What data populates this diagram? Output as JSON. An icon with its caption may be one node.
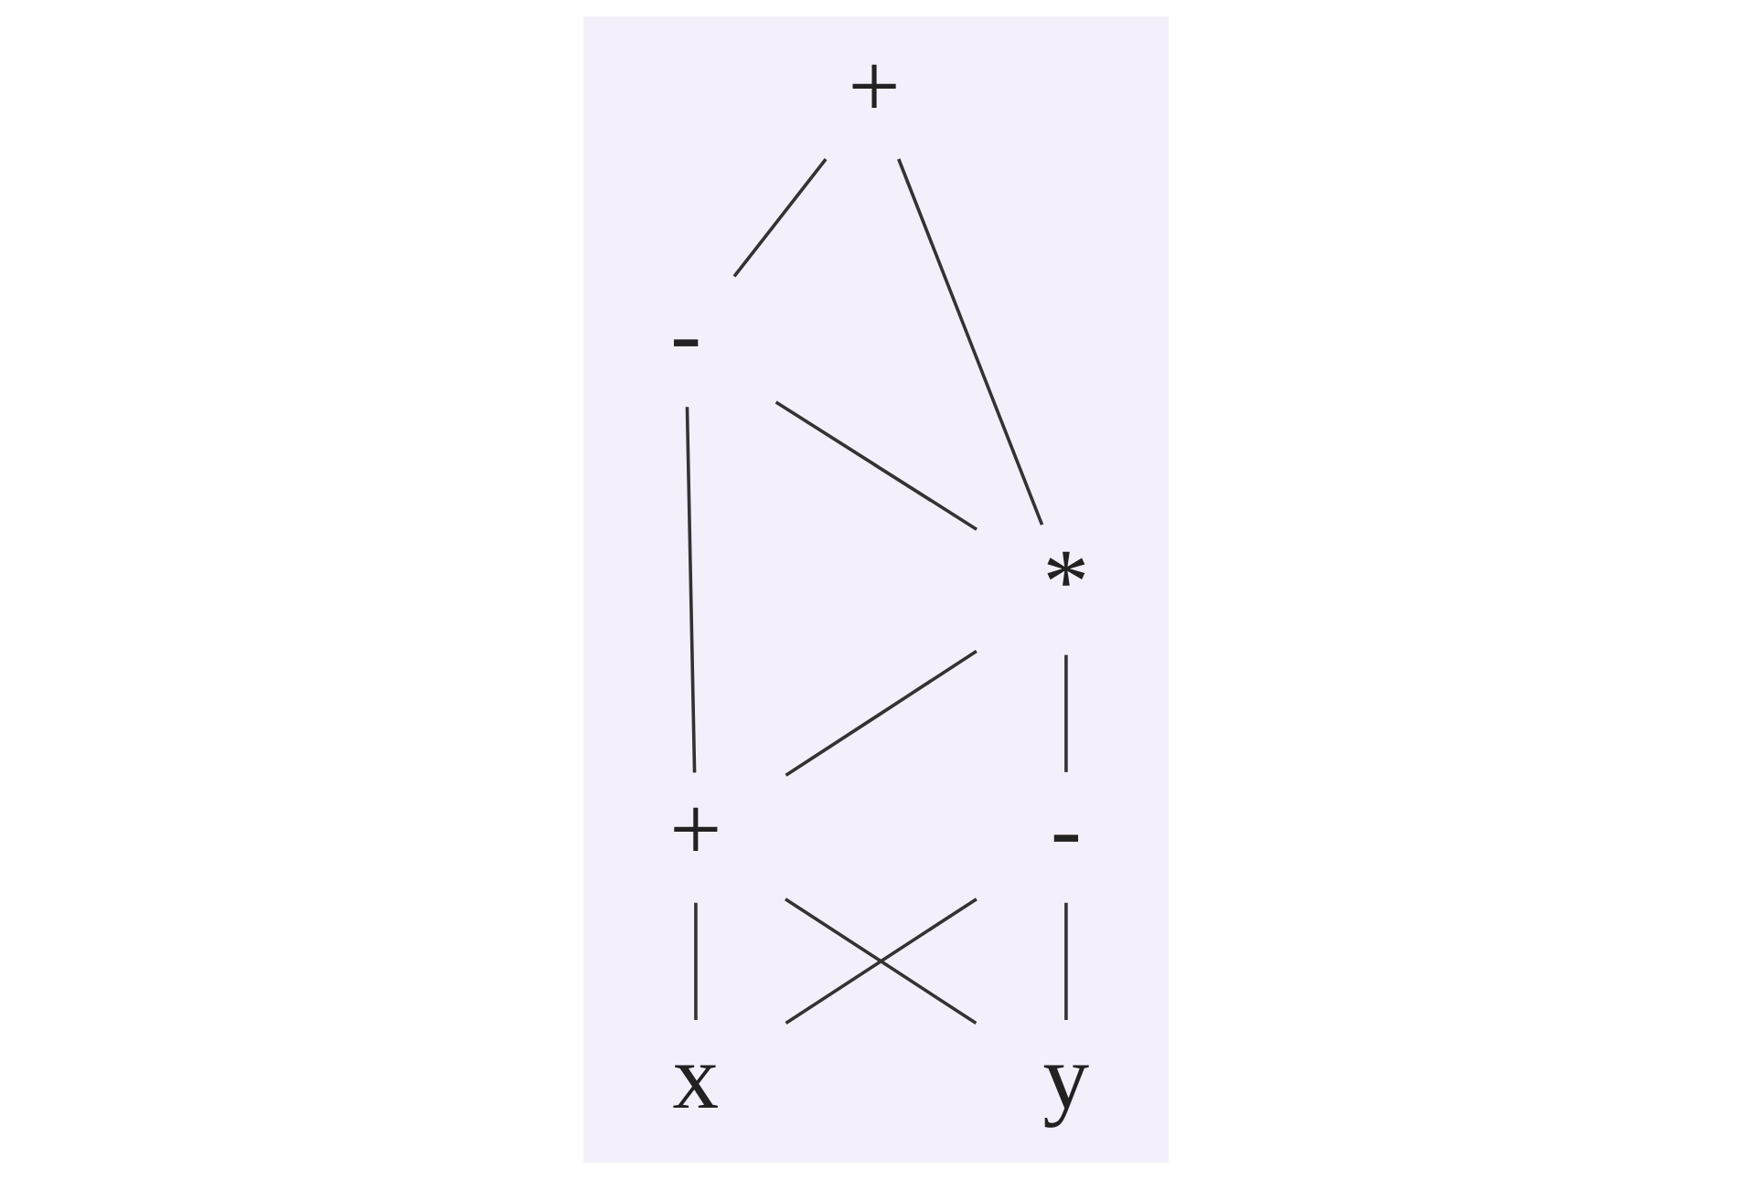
{
  "diagram": {
    "nodes": [
      {
        "text": [
          "+"
        ]
      },
      {
        "text": [
          "-"
        ]
      },
      {
        "text": [
          "*"
        ]
      },
      {
        "text": [
          "+"
        ]
      },
      {
        "text": [
          "-"
        ]
      },
      {
        "text": [
          "x"
        ]
      },
      {
        "text": [
          "y"
        ]
      }
    ],
    "edges": [
      {
        "from": 0,
        "to": 1,
        "arrow": "none"
      },
      {
        "from": 0,
        "to": 2,
        "arrow": "none"
      },
      {
        "from": 1,
        "to": 3,
        "arrow": "none"
      },
      {
        "from": 1,
        "to": 2,
        "arrow": "none"
      },
      {
        "from": 2,
        "to": 3,
        "arrow": "none"
      },
      {
        "from": 2,
        "to": 4,
        "arrow": "none"
      },
      {
        "from": 3,
        "to": 5,
        "arrow": "none"
      },
      {
        "from": 3,
        "to": 6,
        "arrow": "none"
      },
      {
        "from": 4,
        "to": 5,
        "arrow": "none"
      },
      {
        "from": 4,
        "to": 6,
        "arrow": "none"
      }
    ]
  }
}
